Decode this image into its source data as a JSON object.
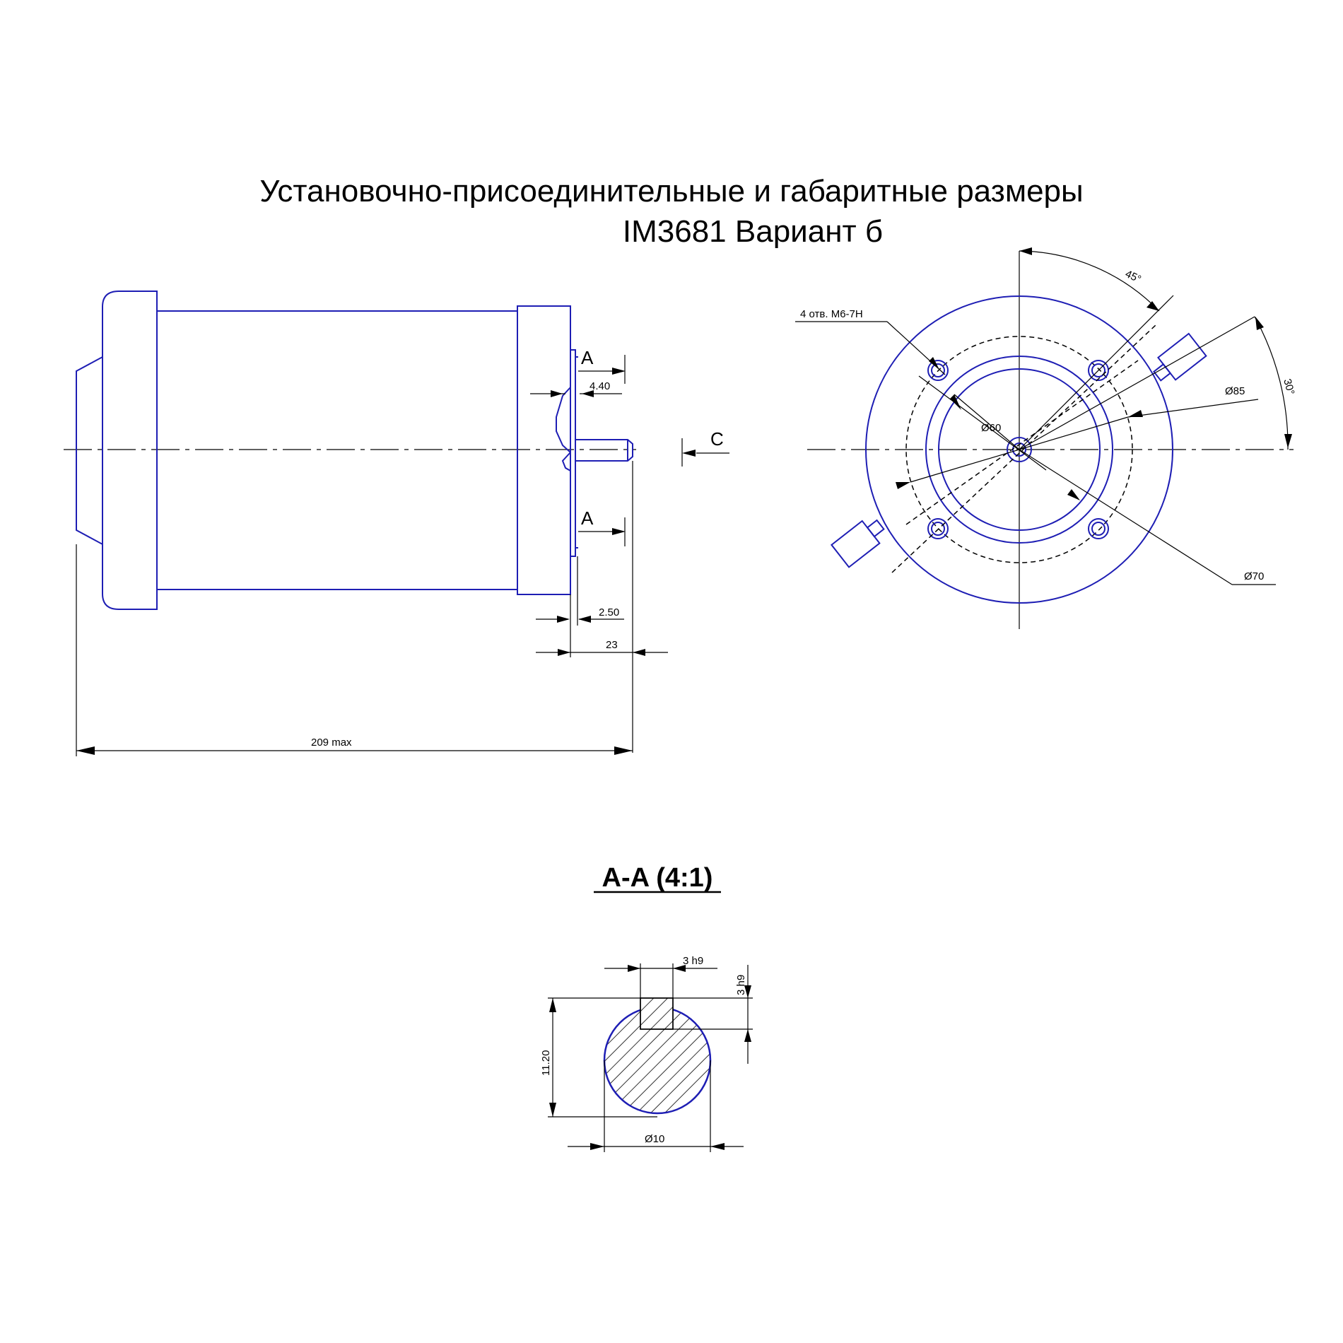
{
  "title": {
    "line1": "Установочно-присоединительные и габаритные размеры",
    "line2": "IM3681 Вариант б"
  },
  "side_view": {
    "section_mark_top": "A",
    "section_mark_bottom": "A",
    "view_mark": "C",
    "dim_flange_step": "4.40",
    "dim_flange_thickness": "2.50",
    "dim_shaft_length": "23",
    "dim_overall_length": "209 max"
  },
  "front_view": {
    "holes_note": "4 отв. М6-7Н",
    "angle_top": "45°",
    "angle_right": "30°",
    "dia_bolt_circle": "Ø85",
    "dia_pilot": "Ø60",
    "dia_ring": "Ø70"
  },
  "section_aa": {
    "title": "A-A (4:1)",
    "key_width": "3 h9",
    "key_height": "3 h9",
    "height_total": "11.20",
    "shaft_diameter": "Ø10"
  },
  "colors": {
    "outline": "#1e1eb4",
    "dimension": "#000000",
    "background": "#ffffff"
  }
}
